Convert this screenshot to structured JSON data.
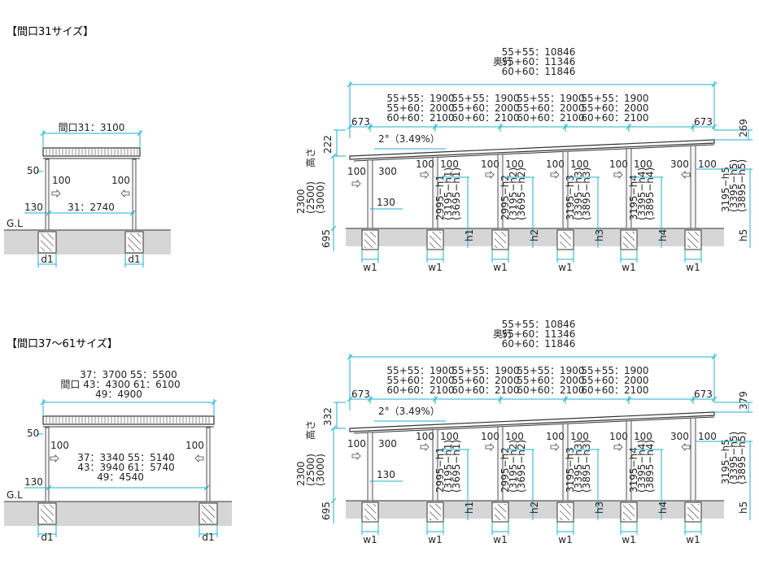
{
  "section_a": {
    "title": "【間口31サイズ】",
    "front": {
      "width_label": "間口31：3100",
      "inner_label": "31：2740",
      "dim_50": "50",
      "dim_100_left": "100",
      "dim_100_right": "100",
      "dim_130": "130",
      "gl": "G.L",
      "d1_left": "d1",
      "d1_right": "d1"
    },
    "side": {
      "depth_caption": "奥行",
      "depth_lines": [
        "55+55：10846",
        "55+60：11346",
        "60+60：11846"
      ],
      "span_lines": [
        "55+55：1900",
        "55+60：2000",
        "60+60：2100"
      ],
      "edge_left": "673",
      "edge_right": "673",
      "left_height": "222",
      "right_height": "269",
      "slope": "2°（3.49%）",
      "height_caption": "高さ",
      "height_values": [
        "2300",
        "(2500)",
        "(3000)"
      ],
      "foundation": "695",
      "dim_100": "100",
      "dim_300": "300",
      "dim_130": "130",
      "posts": [
        {
          "lines": [
            "2995−h1",
            "(3195−h1)",
            "(3695−h1)"
          ],
          "h": "h1"
        },
        {
          "lines": [
            "2995−h2",
            "(3195−h2)",
            "(3695−h2)"
          ],
          "h": "h2"
        },
        {
          "lines": [
            "3195−h3",
            "(3395−h3)",
            "(3895−h3)"
          ],
          "h": "h3"
        },
        {
          "lines": [
            "3195−h4",
            "(3395−h4)",
            "(3895−h4)"
          ],
          "h": "h4"
        },
        {
          "lines": [
            "3195−h5",
            "(3395−h5)",
            "(3895−h5)"
          ],
          "h": "h5"
        }
      ],
      "w1": "w1"
    }
  },
  "section_b": {
    "title": "【間口37〜61サイズ】",
    "front": {
      "width_lines": [
        "37：3700  55：5500",
        "間口  43：4300  61：6100",
        "49：4900"
      ],
      "inner_lines": [
        "37：3340  55：5140",
        "43：3940  61：5740",
        "49：4540"
      ],
      "dim_50": "50",
      "dim_100_left": "100",
      "dim_100_right": "100",
      "dim_130": "130",
      "gl": "G.L",
      "d1_left": "d1",
      "d1_right": "d1"
    },
    "side": {
      "depth_caption": "奥行",
      "depth_lines": [
        "55+55：10846",
        "55+60：11346",
        "60+60：11846"
      ],
      "span_lines": [
        "55+55：1900",
        "55+60：2000",
        "60+60：2100"
      ],
      "edge_left": "673",
      "edge_right": "673",
      "left_height": "332",
      "right_height": "379",
      "slope": "2°（3.49%）",
      "height_caption": "高さ",
      "height_values": [
        "2300",
        "(2500)",
        "(3000)"
      ],
      "foundation": "695",
      "dim_100": "100",
      "dim_300": "300",
      "dim_130": "130",
      "posts": [
        {
          "lines": [
            "2995−h1",
            "(3195−h1)",
            "(3695−h1)"
          ],
          "h": "h1"
        },
        {
          "lines": [
            "2995−h2",
            "(3195−h2)",
            "(3695−h2)"
          ],
          "h": "h2"
        },
        {
          "lines": [
            "3195−h3",
            "(3395−h3)",
            "(3895−h3)"
          ],
          "h": "h3"
        },
        {
          "lines": [
            "3195−h4",
            "(3395−h4)",
            "(3895−h4)"
          ],
          "h": "h4"
        },
        {
          "lines": [
            "3195−h5",
            "(3395−h5)",
            "(3895−h5)"
          ],
          "h": "h5"
        }
      ],
      "w1": "w1"
    }
  }
}
